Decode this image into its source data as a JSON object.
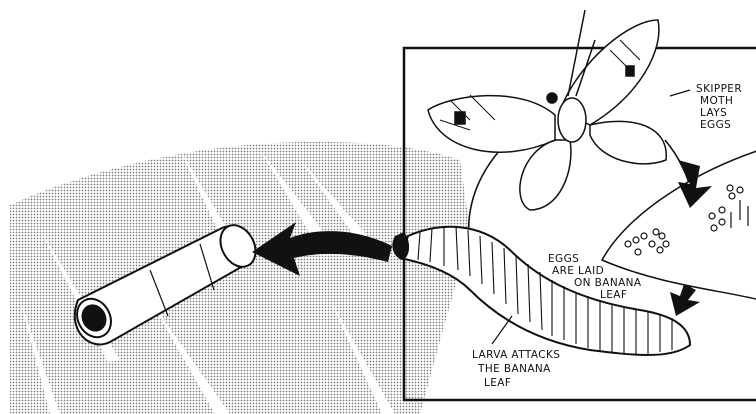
{
  "labels": {
    "moth": [
      "SKIPPER",
      "MOTH",
      "LAYS",
      "EGGS"
    ],
    "eggs": [
      "EGGS",
      "ARE LAID",
      "ON BANANA",
      "LEAF"
    ],
    "larva": [
      "LARVA ATTACKS",
      "THE BANANA",
      "LEAF"
    ]
  },
  "colors": {
    "ink": "#111111",
    "paper": "#ffffff",
    "stipple": "#8a8a8a"
  }
}
